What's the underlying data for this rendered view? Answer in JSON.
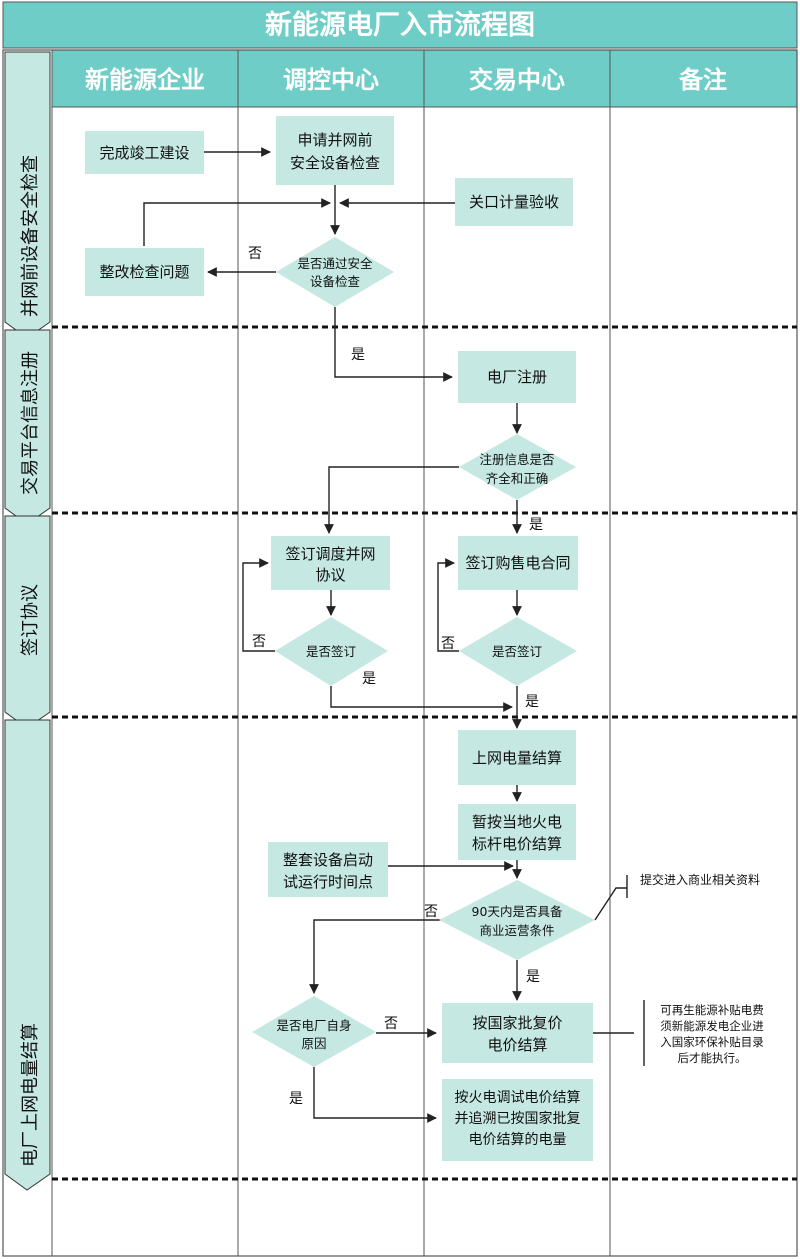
{
  "title": "新能源电厂入市流程图",
  "columns": [
    "新能源企业",
    "调控中心",
    "交易中心",
    "备注"
  ],
  "stages": [
    "并网前设备安全检查",
    "交易平台信息注册",
    "签订协议",
    "电厂上网电量结算"
  ],
  "nodes": {
    "complete_build": [
      "完成竣工建设"
    ],
    "apply_check": [
      "申请并网前",
      "安全设备检查"
    ],
    "gate_meter": [
      "关口计量验收"
    ],
    "rectify": [
      "整改检查问题"
    ],
    "pass_check": [
      "是否通过安全",
      "设备检查"
    ],
    "plant_register": [
      "电厂注册"
    ],
    "register_complete": [
      "注册信息是否",
      "齐全和正确"
    ],
    "sign_dispatch": [
      "签订调度并网",
      "协议"
    ],
    "signed_dispatch": [
      "是否签订"
    ],
    "sign_purchase": [
      "签订购售电合同"
    ],
    "signed_purchase": [
      "是否签订"
    ],
    "grid_settle": [
      "上网电量结算"
    ],
    "temp_settle": [
      "暂按当地火电",
      "标杆电价结算"
    ],
    "startup_time": [
      "整套设备启动",
      "试运行时间点"
    ],
    "commercial_90": [
      "90天内是否具备",
      "商业运营条件"
    ],
    "plant_reason": [
      "是否电厂自身",
      "原因"
    ],
    "national_price": [
      "按国家批复价",
      "电价结算"
    ],
    "debug_price": [
      "按火电调试电价结算",
      "并追溯已按国家批复",
      "电价结算的电量"
    ]
  },
  "labels": {
    "yes": "是",
    "no": "否"
  },
  "notes": {
    "commercial_docs": [
      "提交进入商业相关资料"
    ],
    "subsidy": [
      "可再生能源补贴电费",
      "须新能源发电企业进",
      "入国家环保补贴目录",
      "后才能执行。"
    ]
  },
  "colors": {
    "header": "#6ecdc7",
    "box": "#c5e8e3",
    "line": "#222222",
    "header_text": "#ffffff",
    "text": "#111111"
  }
}
